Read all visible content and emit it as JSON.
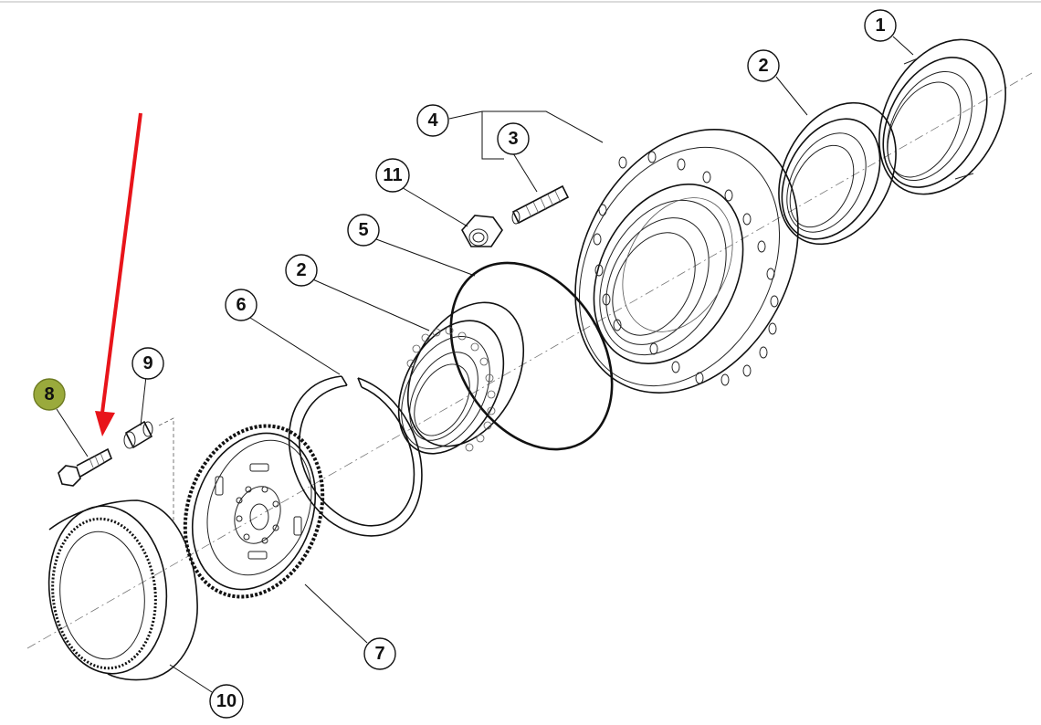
{
  "diagram": {
    "callouts": [
      {
        "id": "c1",
        "label": "1"
      },
      {
        "id": "c2a",
        "label": "2"
      },
      {
        "id": "c2b",
        "label": "2"
      },
      {
        "id": "c3",
        "label": "3"
      },
      {
        "id": "c4",
        "label": "4"
      },
      {
        "id": "c5",
        "label": "5"
      },
      {
        "id": "c6",
        "label": "6"
      },
      {
        "id": "c7",
        "label": "7"
      },
      {
        "id": "c8",
        "label": "8"
      },
      {
        "id": "c9",
        "label": "9"
      },
      {
        "id": "c10",
        "label": "10"
      },
      {
        "id": "c11",
        "label": "11"
      }
    ],
    "highlight_color": "#9aaa3c",
    "arrow_color": "#e8141a"
  }
}
